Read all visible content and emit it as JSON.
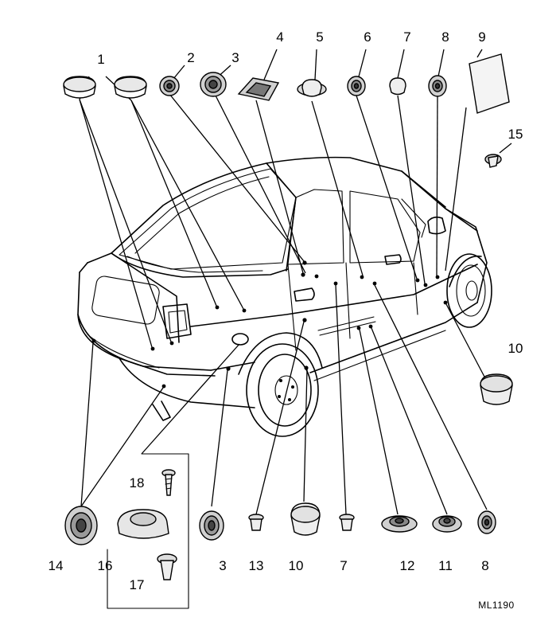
{
  "figure_ref": "ML1190",
  "callouts": {
    "c1": "1",
    "c2": "2",
    "c3_top": "3",
    "c4": "4",
    "c5": "5",
    "c6": "6",
    "c7_top": "7",
    "c8_top": "8",
    "c9": "9",
    "c15": "15",
    "c10_right": "10",
    "c14": "14",
    "c16": "16",
    "c18": "18",
    "c17": "17",
    "c3_bottom": "3",
    "c13": "13",
    "c10_bottom": "10",
    "c7_bottom": "7",
    "c12": "12",
    "c11": "11",
    "c8_bottom": "8"
  }
}
